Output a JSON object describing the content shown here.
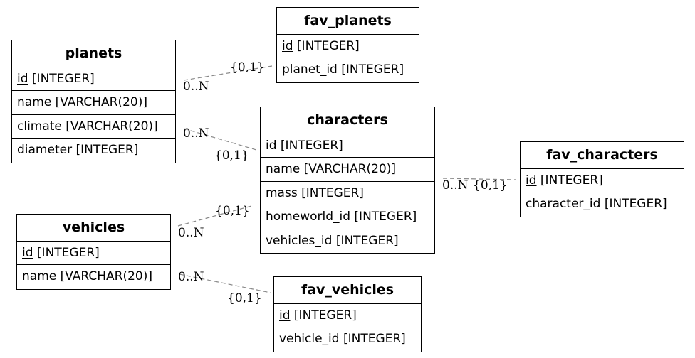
{
  "tables": {
    "planets": {
      "title": "planets",
      "pk_name": "id",
      "pk_type": "[INTEGER]",
      "fields": [
        "name [VARCHAR(20)]",
        "climate [VARCHAR(20)]",
        "diameter [INTEGER]"
      ]
    },
    "fav_planets": {
      "title": "fav_planets",
      "pk_name": "id",
      "pk_type": "[INTEGER]",
      "fields": [
        "planet_id [INTEGER]"
      ]
    },
    "characters": {
      "title": "characters",
      "pk_name": "id",
      "pk_type": "[INTEGER]",
      "fields": [
        "name [VARCHAR(20)]",
        "mass [INTEGER]",
        "homeworld_id [INTEGER]",
        "vehicles_id [INTEGER]"
      ]
    },
    "fav_characters": {
      "title": "fav_characters",
      "pk_name": "id",
      "pk_type": "[INTEGER]",
      "fields": [
        "character_id [INTEGER]"
      ]
    },
    "vehicles": {
      "title": "vehicles",
      "pk_name": "id",
      "pk_type": "[INTEGER]",
      "fields": [
        "name [VARCHAR(20)]"
      ]
    },
    "fav_vehicles": {
      "title": "fav_vehicles",
      "pk_name": "id",
      "pk_type": "[INTEGER]",
      "fields": [
        "vehicle_id [INTEGER]"
      ]
    }
  },
  "relations": [
    {
      "from": "planets",
      "to": "fav_planets",
      "from_label": "0..N",
      "to_label": "{0,1}"
    },
    {
      "from": "planets",
      "to": "characters",
      "from_label": "0..N",
      "to_label": "{0,1}"
    },
    {
      "from": "characters",
      "to": "fav_characters",
      "from_label": "0..N",
      "to_label": "{0,1}"
    },
    {
      "from": "vehicles",
      "to": "characters",
      "from_label": "0..N",
      "to_label": "{0,1}"
    },
    {
      "from": "vehicles",
      "to": "fav_vehicles",
      "from_label": "0..N",
      "to_label": "{0,1}"
    }
  ],
  "colors": {
    "border": "#000000",
    "edge": "#888888",
    "background": "#ffffff"
  }
}
